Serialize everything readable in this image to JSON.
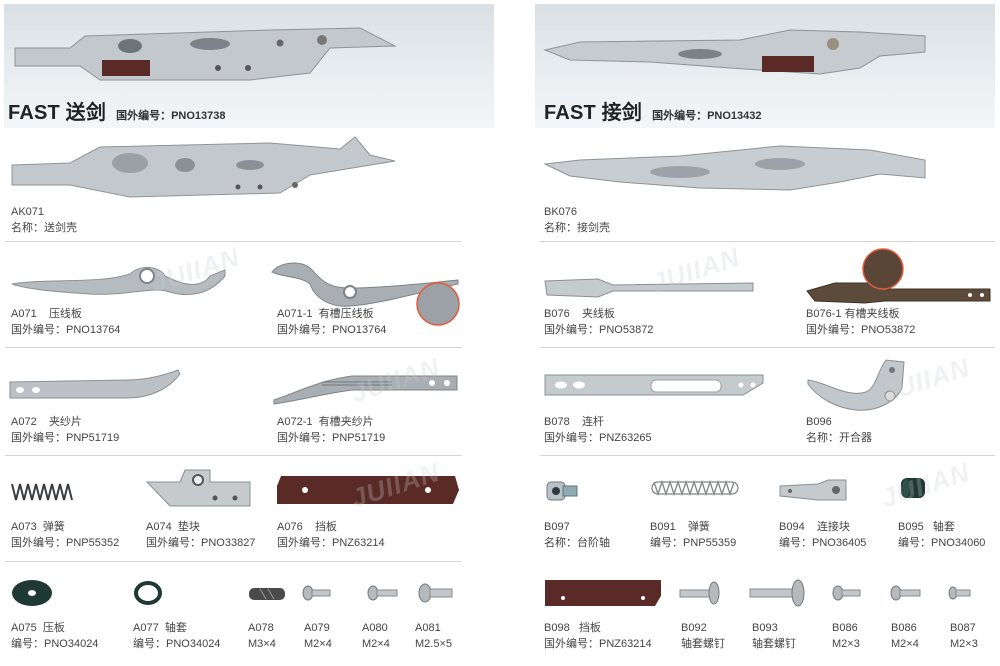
{
  "watermark": "JUIIAN",
  "left_column": {
    "hero": {
      "title": "FAST 送剑",
      "pno": "国外编号：PNO13738"
    },
    "shell": {
      "code": "AK071",
      "name": "名称：送剑壳"
    },
    "row1": [
      {
        "code": "A071",
        "name": "压线板",
        "pno": "国外编号：PNO13764"
      },
      {
        "code": "A071-1",
        "name": "有槽压线板",
        "pno": "国外编号：PNO13764"
      }
    ],
    "row2": [
      {
        "code": "A072",
        "name": "夹纱片",
        "pno": "国外编号：PNP51719"
      },
      {
        "code": "A072-1",
        "name": "有槽夹纱片",
        "pno": "国外编号：PNP51719"
      }
    ],
    "row3": [
      {
        "code": "A073",
        "name": "弹簧",
        "pno": "国外编号：PNP55352"
      },
      {
        "code": "A074",
        "name": "垫块",
        "pno": "国外编号：PNO33827"
      },
      {
        "code": "A076",
        "name": "挡板",
        "pno": "国外编号：PNZ63214"
      }
    ],
    "row4": [
      {
        "code": "A075",
        "name": "压板",
        "pno": "编号：PNO34024"
      },
      {
        "code": "A077",
        "name": "轴套",
        "pno": "编号：PNO34024"
      },
      {
        "code": "A078",
        "name": "",
        "pno": "M3×4"
      },
      {
        "code": "A079",
        "name": "",
        "pno": "M2×4"
      },
      {
        "code": "A080",
        "name": "",
        "pno": "M2×4"
      },
      {
        "code": "A081",
        "name": "",
        "pno": "M2.5×5"
      }
    ]
  },
  "right_column": {
    "hero": {
      "title": "FAST 接剑",
      "pno": "国外编号：PNO13432"
    },
    "shell": {
      "code": "BK076",
      "name": "名称：接剑壳"
    },
    "row1": [
      {
        "code": "B076",
        "name": "夹线板",
        "pno": "国外编号：PNO53872"
      },
      {
        "code": "B076-1",
        "name": "有槽夹线板",
        "pno": "国外编号：PNO53872"
      }
    ],
    "row2": [
      {
        "code": "B078",
        "name": "连杆",
        "pno": "国外编号：PNZ63265"
      },
      {
        "code": "B096",
        "name": "",
        "pno": "名称：开合器"
      }
    ],
    "row3": [
      {
        "code": "B097",
        "name": "",
        "pno": "名称：台阶轴"
      },
      {
        "code": "B091",
        "name": "弹簧",
        "pno": "编号：PNP55359"
      },
      {
        "code": "B094",
        "name": "连接块",
        "pno": "编号：PNO36405"
      },
      {
        "code": "B095",
        "name": "轴套",
        "pno": "编号：PNO34060"
      }
    ],
    "row4": [
      {
        "code": "B098",
        "name": "挡板",
        "pno": "国外编号：PNZ63214"
      },
      {
        "code": "B092",
        "name": "",
        "pno": "轴套螺钉"
      },
      {
        "code": "B093",
        "name": "",
        "pno": "轴套螺钉"
      },
      {
        "code": "B086",
        "name": "",
        "pno": "M2×3"
      },
      {
        "code": "B086",
        "name": "",
        "pno": "M2×4"
      },
      {
        "code": "B087",
        "name": "",
        "pno": "M2×3"
      }
    ]
  },
  "colors": {
    "metal": "#b9bec3",
    "metal_dark": "#8a9096",
    "brown": "#5a2a26",
    "green_dark": "#1f3a33",
    "highlight_ring": "#e05a3a"
  }
}
